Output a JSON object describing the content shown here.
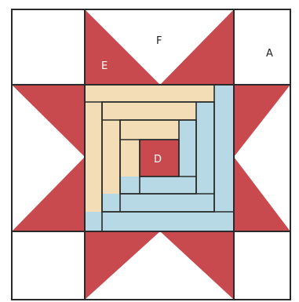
{
  "labels": {
    "corner": "A",
    "center": "D",
    "star_point": "E",
    "background_triangle": "F"
  },
  "colors": {
    "star_red": "#c84a4f",
    "background": "#ffffff",
    "outline": "#2a2a2a",
    "log_cabin_cream": "#f3ddb6",
    "log_cabin_blue": "#b7d8e5",
    "center_red": "#c84a4f",
    "label_light": "#ffffff",
    "label_dark": "#222222"
  }
}
